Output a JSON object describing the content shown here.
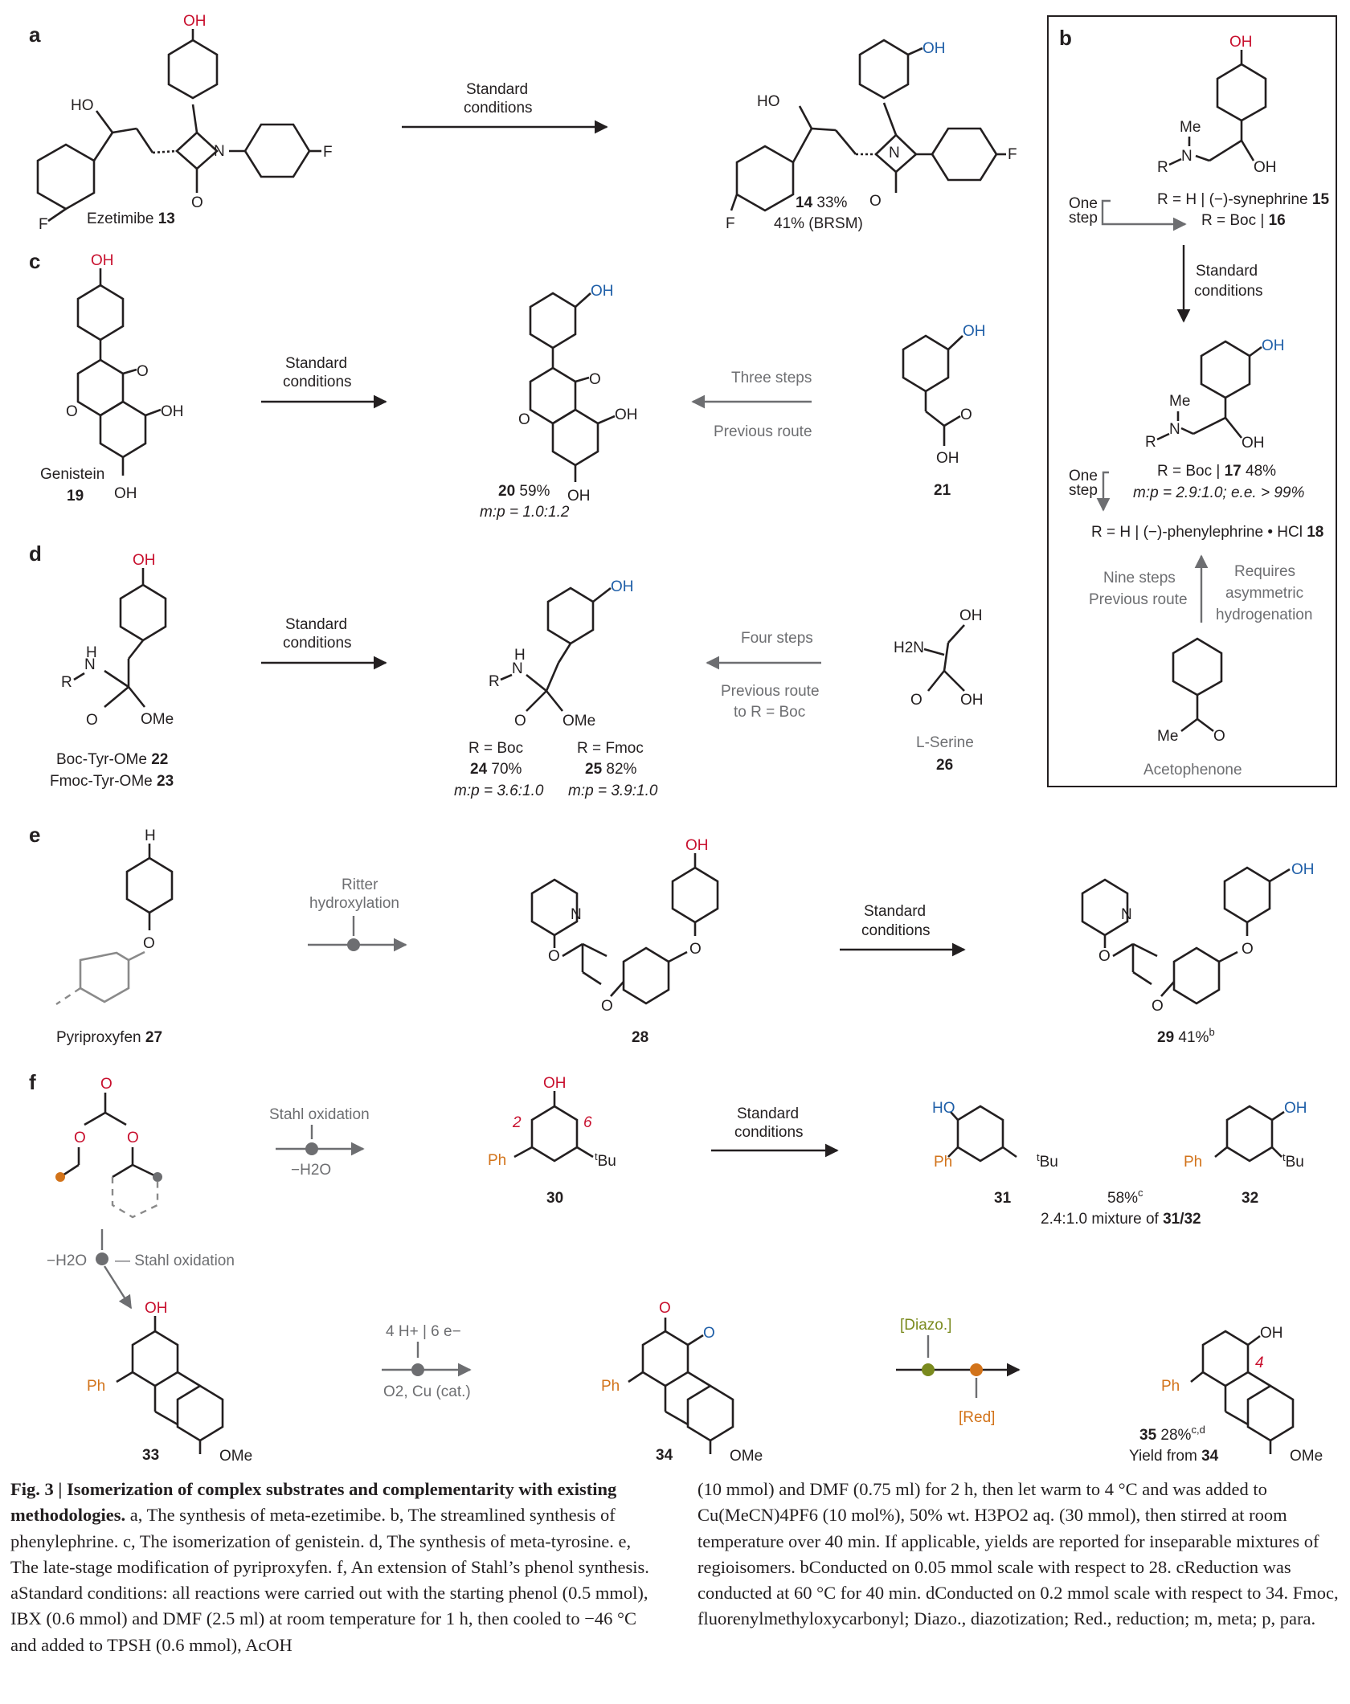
{
  "panels": {
    "a": "a",
    "b": "b",
    "c": "c",
    "d": "d",
    "e": "e",
    "f": "f"
  },
  "labels": {
    "std1": "Standard",
    "std2": "conditions",
    "ezetimibe": "Ezetimibe",
    "n13": "13",
    "n14": "14",
    "y14": " 33%",
    "brsm": "41% (BRSM)",
    "synephrine": "R = H | (−)-synephrine ",
    "n15": "15",
    "rboc16": "R = Boc | ",
    "n16": "16",
    "onestep1": "One",
    "onestep2": "step",
    "rboc17": "R = Boc | ",
    "n17": "17",
    "y17": " 48%",
    "mp17": "m:p = 2.9:1.0; e.e. > 99%",
    "phenylephrine": "R = H | (−)-phenylephrine • HCl ",
    "n18": "18",
    "nine1": "Nine steps",
    "nine2": "Previous route",
    "req1": "Requires",
    "req2": "asymmetric",
    "req3": "hydrogenation",
    "acetophenone": "Acetophenone",
    "genistein": "Genistein",
    "n19": "19",
    "n20": "20",
    "y20": " 59%",
    "mp20": "m:p = 1.0:1.2",
    "three": "Three steps",
    "prev": "Previous route",
    "n21": "21",
    "boctyr": "Boc-Tyr-OMe ",
    "n22": "22",
    "fmoctyr": "Fmoc-Tyr-OMe ",
    "n23": "23",
    "rboc": "R = Boc",
    "rfmoc": "R = Fmoc",
    "n24": "24",
    "y24": " 70%",
    "mp24": "m:p = 3.6:1.0",
    "n25": "25",
    "y25": " 82%",
    "mp25": "m:p = 3.9:1.0",
    "four": "Four steps",
    "prevboc1": "Previous route",
    "prevboc2": "to R = Boc",
    "serine": "L-Serine",
    "n26": "26",
    "ritter1": "Ritter",
    "ritter2": "hydroxylation",
    "pyriproxyfen": "Pyriproxyfen ",
    "n27": "27",
    "n28": "28",
    "n29": "29",
    "y29": " 41%",
    "sup29": "b",
    "stahl": "Stahl oxidation",
    "mh2o": "−H2O",
    "n30": "30",
    "n31": "31",
    "n32": "32",
    "y3132": "58%",
    "sup3132": "c",
    "mix": "2.4:1.0 mixture of ",
    "mixn": "31/32",
    "stahl2": "— Stahl oxidation",
    "n33": "33",
    "n34": "34",
    "fourh": "4 H+ | 6 e−",
    "o2cu": "O2, Cu (cat.)",
    "diazo": "[Diazo.]",
    "red": "[Red]",
    "n35": "35",
    "y35": " 28%",
    "sup35": "c,d",
    "yieldfrom": "Yield from ",
    "n34b": "34",
    "OH": "OH",
    "HO": "HO",
    "F": "F",
    "N": "N",
    "O": "O",
    "Me": "Me",
    "R": "R",
    "H": "H",
    "OMe": "OMe",
    "Ph": "Ph",
    "tBu": "Bu",
    "t": "t",
    "H2N": "H2N",
    "n2": "2",
    "n6": "6",
    "n4": "4"
  },
  "caption": {
    "figlabel": "Fig. 3 | Isomerization of complex substrates and complementarity with existing methodologies.",
    "col1": " a, The synthesis of meta-ezetimibe. b, The streamlined synthesis of phenylephrine. c, The isomerization of genistein. d, The synthesis of meta-tyrosine. e, The late-stage modification of pyriproxyfen. f, An extension of Stahl’s phenol synthesis. aStandard conditions: all reactions were carried out with the starting phenol (0.5 mmol), IBX (0.6 mmol) and DMF (2.5 ml) at room temperature for 1 h, then cooled to −46 °C and added to TPSH (0.6 mmol), AcOH",
    "col2": "(10 mmol) and DMF (0.75 ml) for 2 h, then let warm to 4 °C and was added to Cu(MeCN)4PF6 (10 mol%), 50% wt. H3PO2 aq. (30 mmol), then stirred at room temperature over 40 min. If applicable, yields are reported for inseparable mixtures of regioisomers. bConducted on 0.05 mmol scale with respect to 28. cReduction was conducted at 60 °C for 40 min. dConducted on 0.2 mmol scale with respect to 34. Fmoc, fluorenylmethyloxycarbonyl; Diazo., diazotization; Red., reduction; m, meta; p, para."
  },
  "colors": {
    "red": "#c8102e",
    "blue": "#1f5fa8",
    "orange": "#d2731a",
    "olive": "#7a8a1e",
    "grey": "#6d6e71"
  }
}
